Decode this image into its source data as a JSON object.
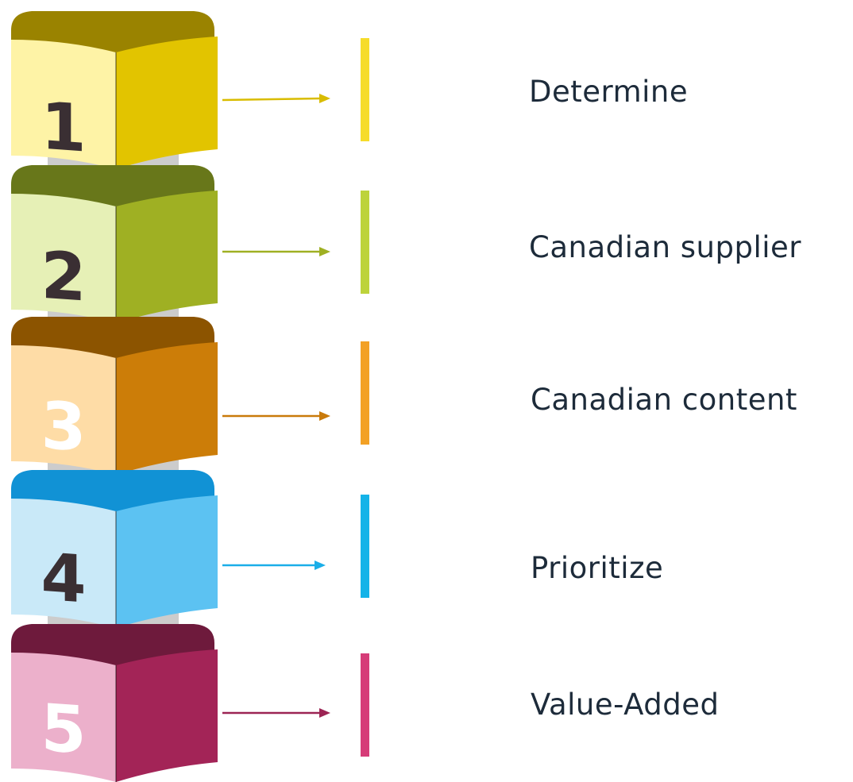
{
  "steps": [
    {
      "number": "1",
      "label": "Determine",
      "colors": {
        "front_left": "#fef3a6",
        "front_right": "#e2c400",
        "top": "#9a8300",
        "arrow": "#d9bc00",
        "bar": "#f6dc2a",
        "digit": "#3a2f33"
      }
    },
    {
      "number": "2",
      "label": "Canadian supplier",
      "colors": {
        "front_left": "#e6f0b6",
        "front_right": "#9fb023",
        "top": "#68771a",
        "arrow": "#9fb023",
        "bar": "#bdd33b",
        "digit": "#3a2f33"
      }
    },
    {
      "number": "3",
      "label": "Canadian content",
      "colors": {
        "front_left": "#fedca6",
        "front_right": "#cc7d08",
        "top": "#8c5400",
        "arrow": "#c97a0a",
        "bar": "#f3a125",
        "digit": "#ffffff"
      }
    },
    {
      "number": "4",
      "label": "Prioritize",
      "colors": {
        "front_left": "#c9e9f8",
        "front_right": "#5cc2f2",
        "top": "#1192d5",
        "arrow": "#1aaee8",
        "bar": "#14b3e8",
        "digit": "#3a2f33"
      }
    },
    {
      "number": "5",
      "label": "Value-Added",
      "colors": {
        "front_left": "#ecb0cb",
        "front_right": "#a32457",
        "top": "#6e1a3c",
        "arrow": "#9c2454",
        "bar": "#d63c78",
        "digit": "#ffffff"
      }
    }
  ]
}
